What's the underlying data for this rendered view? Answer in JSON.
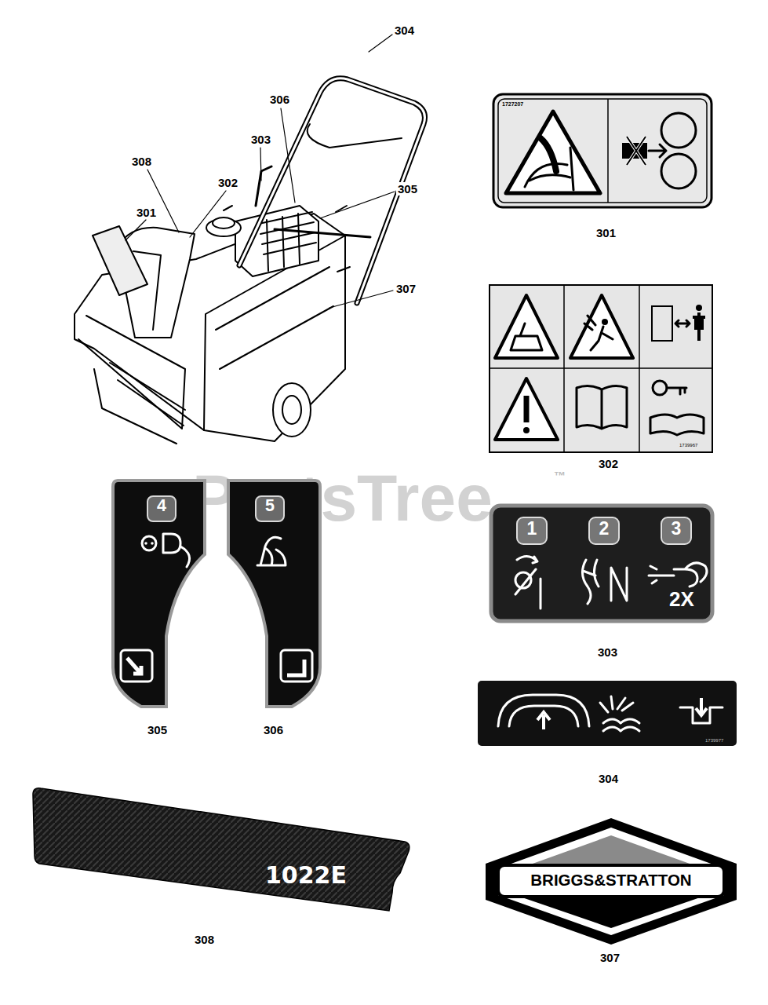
{
  "diagram": {
    "nodes": [
      {
        "text": [
          "1727207"
        ]
      },
      {
        "text": [
          "1739967"
        ]
      },
      {
        "text": [
          "4"
        ]
      },
      {
        "text": [
          "5"
        ]
      },
      {
        "text": [
          "1",
          "2",
          "3",
          "2X"
        ]
      },
      {
        "text": [
          "1739977"
        ]
      },
      {
        "text": [
          "1022E"
        ]
      },
      {
        "text": [
          "BRIGGS&STRATTON"
        ]
      }
    ],
    "labels": [
      "304",
      "306",
      "303",
      "308",
      "302",
      "305",
      "301",
      "307",
      "301",
      "302",
      "305",
      "306",
      "303",
      "304",
      "308",
      "307",
      "PartsTree",
      "™"
    ]
  }
}
